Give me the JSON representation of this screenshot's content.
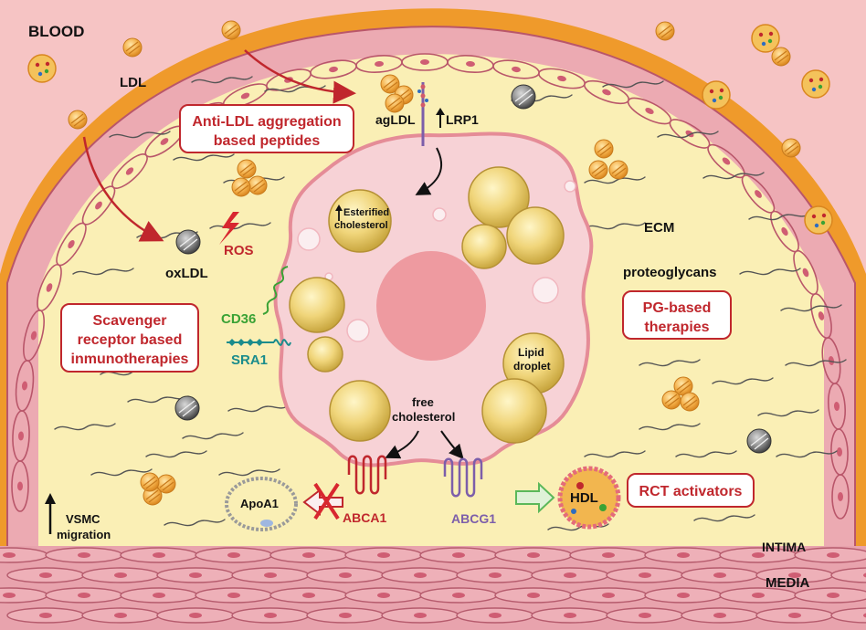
{
  "labels": {
    "blood": "BLOOD",
    "ldl": "LDL",
    "agldl": "agLDL",
    "lrp1": "LRP1",
    "esterified": [
      "Esterified",
      "cholesterol"
    ],
    "ros": "ROS",
    "oxldl": "oxLDL",
    "cd36": "CD36",
    "sra1": "SRA1",
    "ecm": "ECM",
    "proteoglycans": "proteoglycans",
    "lipid_droplet": [
      "Lipid",
      "droplet"
    ],
    "free_cholesterol": [
      "free",
      "cholesterol"
    ],
    "apoa1": "ApoA1",
    "abca1": "ABCA1",
    "abcg1": "ABCG1",
    "hdl": "HDL",
    "vsmc": [
      "VSMC",
      "migration"
    ],
    "intima": "INTIMA",
    "media": "MEDIA"
  },
  "therapies": {
    "anti_ldl": [
      "Anti-LDL aggregation",
      "based peptides"
    ],
    "scavenger": [
      "Scavenger",
      "receptor based",
      "inmunotherapies"
    ],
    "pg_based": [
      "PG-based",
      "therapies"
    ],
    "rct": "RCT activators"
  },
  "colors": {
    "blood_bg": "#f6c4c4",
    "intima_fill": "#faefb5",
    "orange_layer": "#ef9a2b",
    "endothelium": "#ecaab2",
    "macrophage": "#f7d2d6",
    "nucleus": "#ee9aa0",
    "lipid": "#e9ca62",
    "therapy_red": "#c0272d",
    "cd36_green": "#3aa235",
    "sra1_teal": "#1a8c8c",
    "abcg1_purple": "#7c5eaa"
  }
}
